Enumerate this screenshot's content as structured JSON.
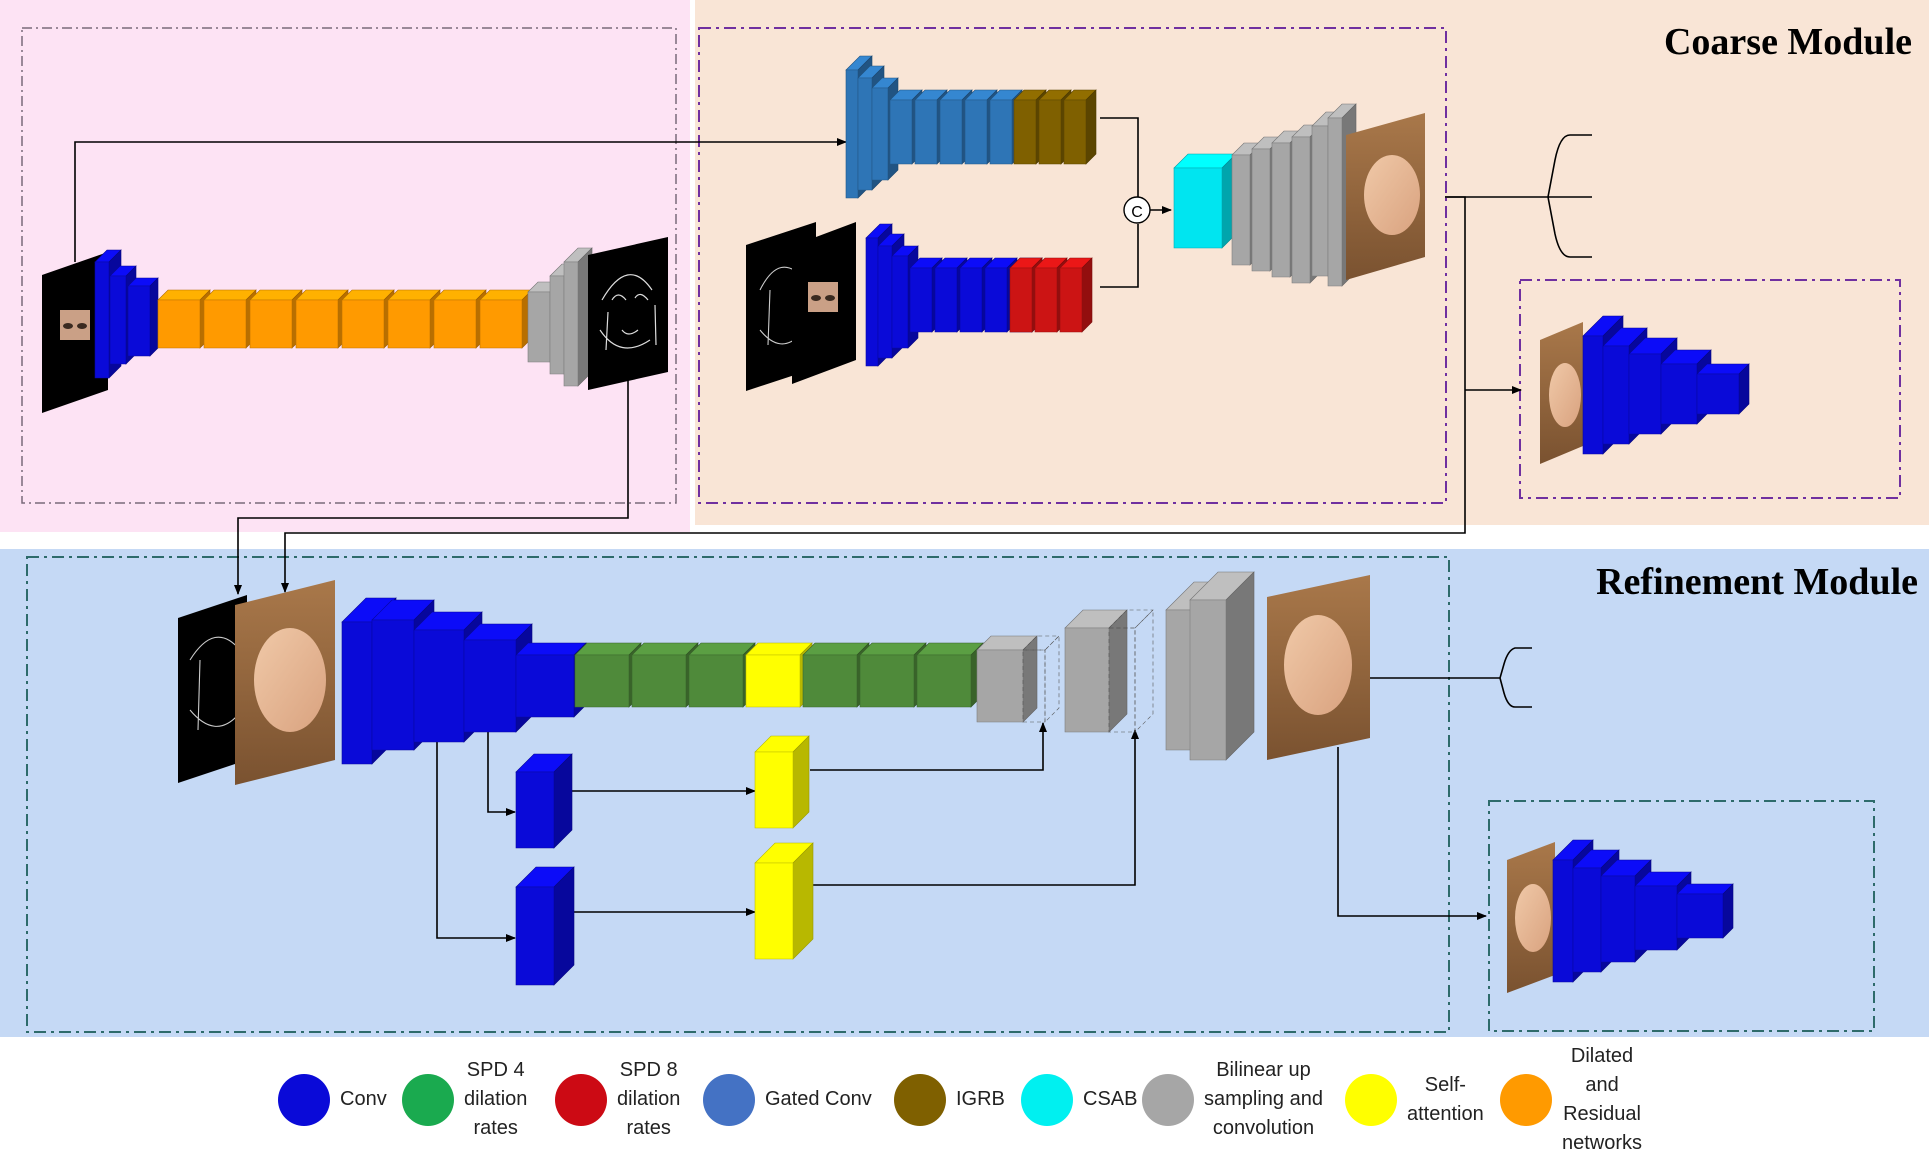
{
  "modules": {
    "coarse": {
      "title": "Coarse Module"
    },
    "refinement": {
      "title": "Refinement Module"
    }
  },
  "concat_symbol": "C",
  "colors": {
    "conv": "#0a0ad8",
    "spd4": "#4f8a3a",
    "spd8": "#cc1414",
    "gated": "#2e75b6",
    "igrb": "#7f6000",
    "csab": "#00e5f0",
    "bilinear": "#a6a6a6",
    "self_attention": "#ffff00",
    "dilated_residual": "#ff9a00",
    "coarse_bg": "#f9e5d6",
    "edge_bg": "#fde3f4",
    "refine_bg": "#c5d9f5"
  },
  "legend": [
    {
      "key": "conv",
      "label": "Conv",
      "color": "#0a0ad8"
    },
    {
      "key": "spd4",
      "label": "SPD 4\ndilation\nrates",
      "color": "#1aaa4f"
    },
    {
      "key": "spd8",
      "label": "SPD 8\ndilation\nrates",
      "color": "#cc0a14"
    },
    {
      "key": "gated",
      "label": "Gated Conv",
      "color": "#4472c4"
    },
    {
      "key": "igrb",
      "label": "IGRB",
      "color": "#7f6000"
    },
    {
      "key": "csab",
      "label": "CSAB",
      "color": "#00f0f0"
    },
    {
      "key": "bilinear",
      "label": "Bilinear up\nsampling and\nconvolution",
      "color": "#a6a6a6"
    },
    {
      "key": "self_attention",
      "label": "Self-\nattention",
      "color": "#ffff00"
    },
    {
      "key": "dilated_residual",
      "label": "Dilated\nand\nResidual\nnetworks",
      "color": "#ff9a00"
    }
  ]
}
